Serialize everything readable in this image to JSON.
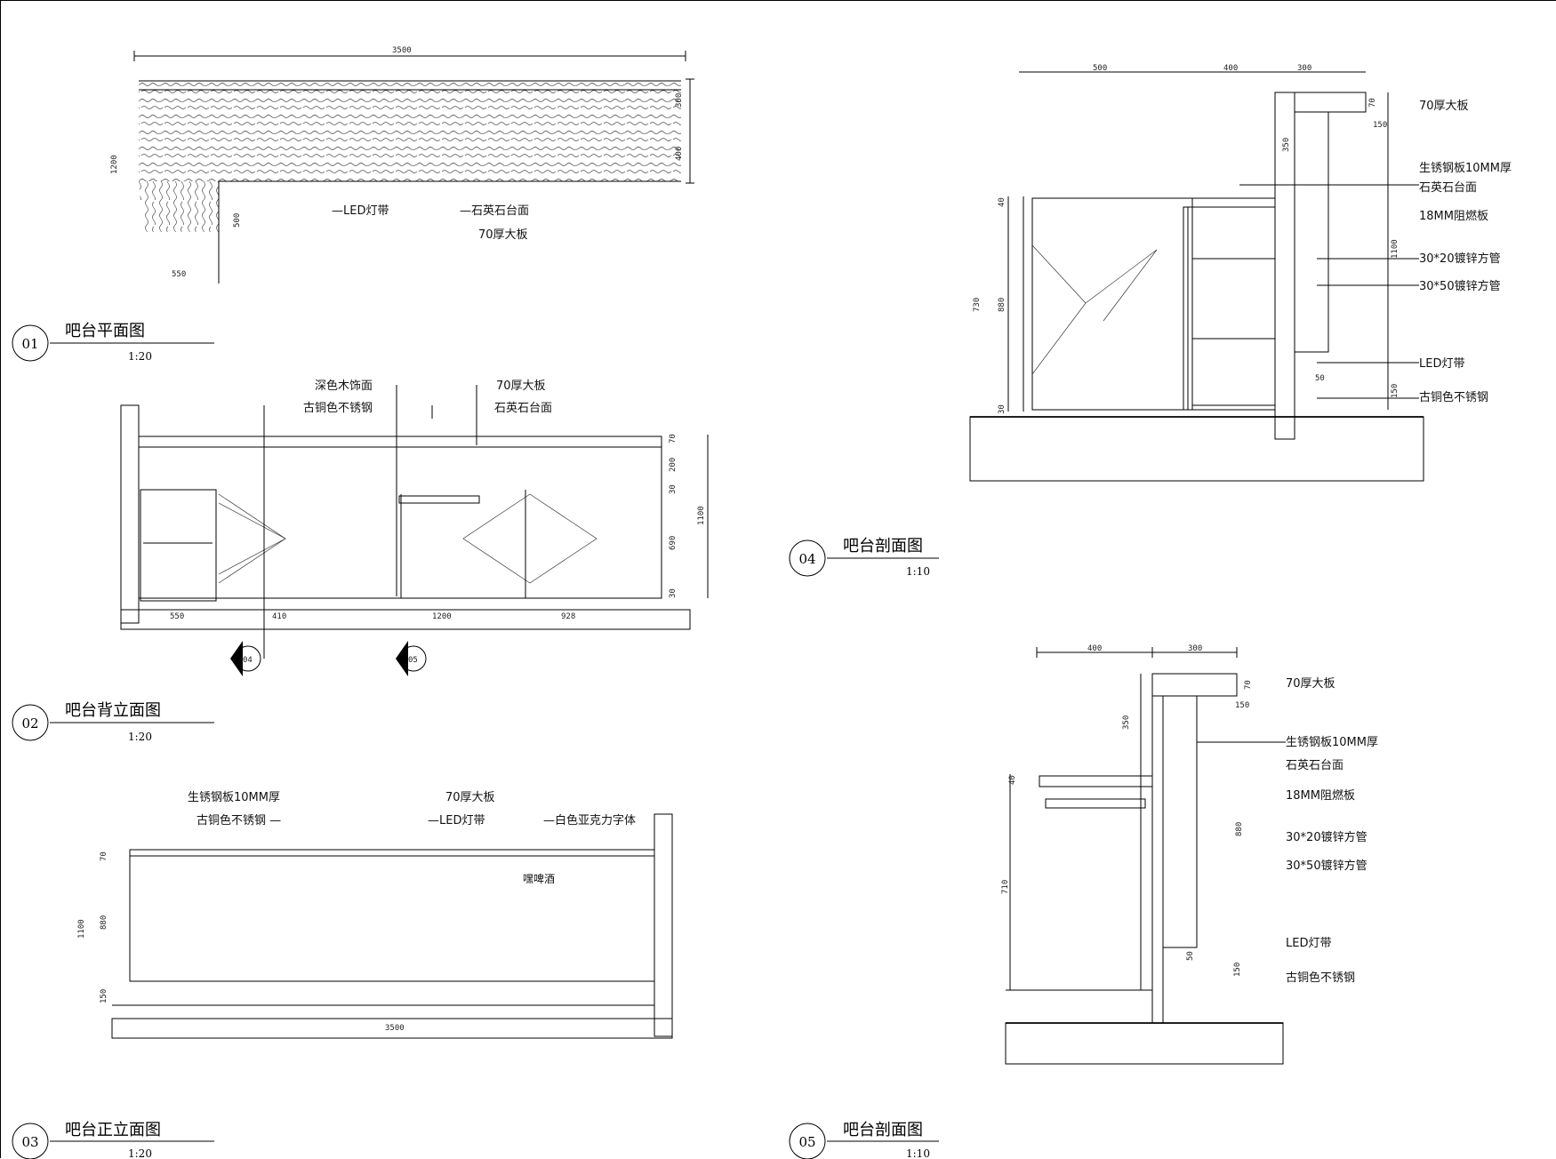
{
  "views": [
    {
      "id": "01",
      "title": "吧台平面图",
      "scale": "1:20"
    },
    {
      "id": "02",
      "title": "吧台背立面图",
      "scale": "1:20"
    },
    {
      "id": "03",
      "title": "吧台正立面图",
      "scale": "1:20"
    },
    {
      "id": "04",
      "title": "吧台剖面图",
      "scale": "1:10"
    },
    {
      "id": "05",
      "title": "吧台剖面图",
      "scale": "1:10"
    }
  ],
  "plan_labels": {
    "led": "—LED灯带",
    "quartz": "—石英石台面",
    "board": "70厚大板"
  },
  "plan_dims": {
    "top": "3500",
    "right1": "300",
    "right2": "400",
    "left": "1200",
    "inner": "500",
    "bottom": "550"
  },
  "back_labels": {
    "dark_wood": "深色木饰面",
    "bronze": "古铜色不锈钢",
    "board": "70厚大板",
    "quartz": "石英石台面"
  },
  "back_dims": {
    "d1": "550",
    "d2": "410",
    "d3": "1200",
    "d4": "928",
    "r1": "70",
    "r2": "200",
    "r3": "30",
    "r4": "690",
    "r5": "30",
    "total": "1100"
  },
  "section_markers": {
    "a": "04",
    "b": "05"
  },
  "front_labels": {
    "rust_steel": "生锈钢板10MM厚",
    "bronze": "古铜色不锈钢 —",
    "board": "70厚大板",
    "led": "—LED灯带",
    "acrylic": "—白色亚克力字体",
    "sign": "嘿啤酒"
  },
  "front_dims": {
    "r1": "70",
    "r2": "880",
    "r3": "150",
    "total": "1100",
    "bottom": "3500"
  },
  "sec4_labels": [
    "70厚大板",
    "生锈钢板10MM厚",
    "石英石台面",
    "18MM阻燃板",
    "30*20镀锌方管",
    "30*50镀锌方管",
    "LED灯带",
    "古铜色不锈钢"
  ],
  "sec4_dims": {
    "t1": "500",
    "t2": "400",
    "t3": "300",
    "s1": "70",
    "s2": "150",
    "s3": "350",
    "s4": "40",
    "s5": "730",
    "s6": "880",
    "s7": "30",
    "s8": "1100",
    "s9": "150",
    "s10": "50"
  },
  "sec5_labels": [
    "70厚大板",
    "生锈钢板10MM厚",
    "石英石台面",
    "18MM阻燃板",
    "30*20镀锌方管",
    "30*50镀锌方管",
    "LED灯带",
    "古铜色不锈钢"
  ],
  "sec5_dims": {
    "t1": "400",
    "t2": "300",
    "s1": "70",
    "s2": "150",
    "s3": "350",
    "s4": "40",
    "s5": "710",
    "s6": "880",
    "s7": "150",
    "s8": "50"
  }
}
